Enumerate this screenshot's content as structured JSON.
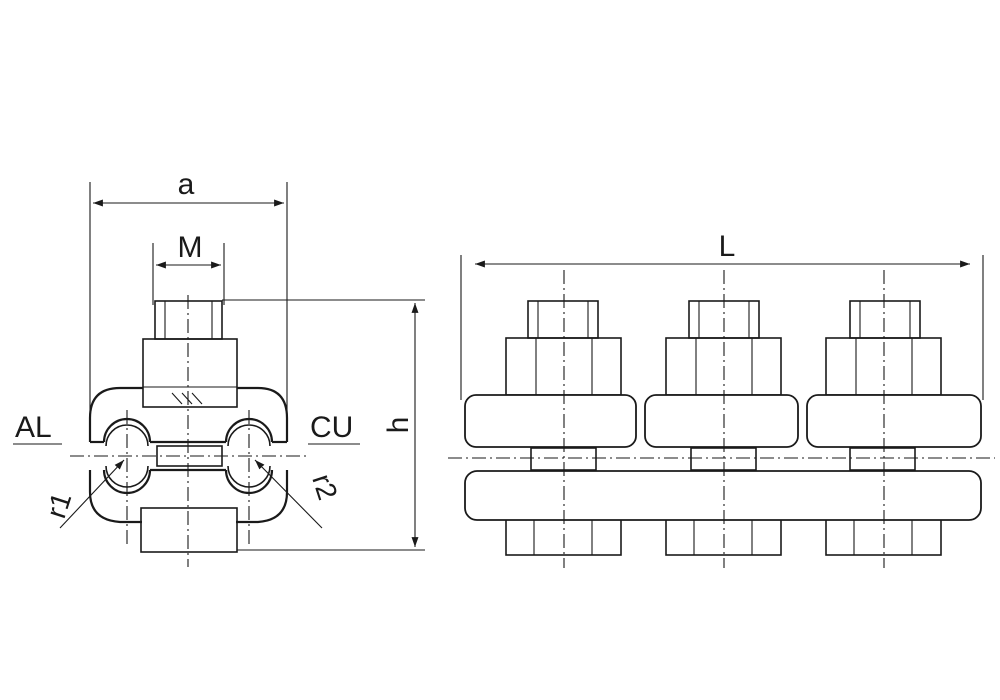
{
  "labels": {
    "a": "a",
    "M": "M",
    "h": "h",
    "L": "L",
    "AL": "AL",
    "CU": "CU",
    "r1": "r1",
    "r2": "r2"
  },
  "colors": {
    "line": "#1a1a1a",
    "background": "#ffffff"
  }
}
